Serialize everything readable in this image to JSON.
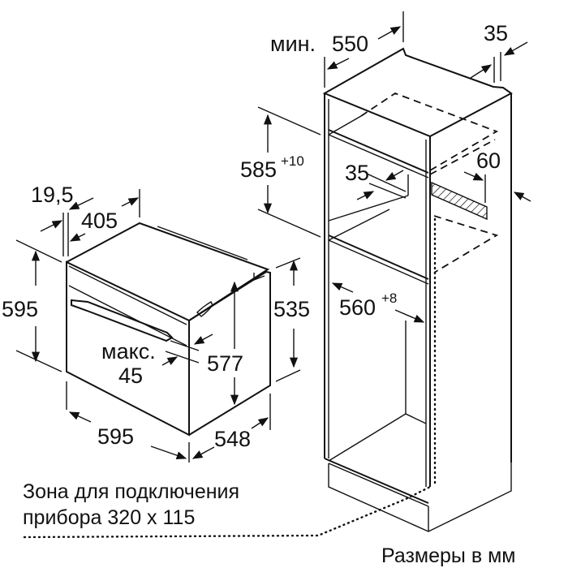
{
  "diagram": {
    "type": "oven-installation-dimensions",
    "oven": {
      "dims": {
        "front_panel_depth": "19,5",
        "top_depth": "405",
        "height": "595",
        "width": "595",
        "depth": "548",
        "body_height": "577",
        "rear_height": "535",
        "max_label": "макс.",
        "max_value": "45"
      }
    },
    "cabinet": {
      "dims": {
        "min_label": "мин.",
        "min_depth": "550",
        "rear_gap": "35",
        "niche_height": "585",
        "niche_height_tol": "+10",
        "shelf_gap": "35",
        "vent_depth": "60",
        "niche_width": "560",
        "niche_width_tol": "+8"
      }
    },
    "notes": {
      "connection_zone_line1": "Зона для подключения",
      "connection_zone_line2": "прибора 320 x 115",
      "units": "Размеры в мм"
    },
    "colors": {
      "line": "#111111",
      "background": "#ffffff"
    }
  }
}
